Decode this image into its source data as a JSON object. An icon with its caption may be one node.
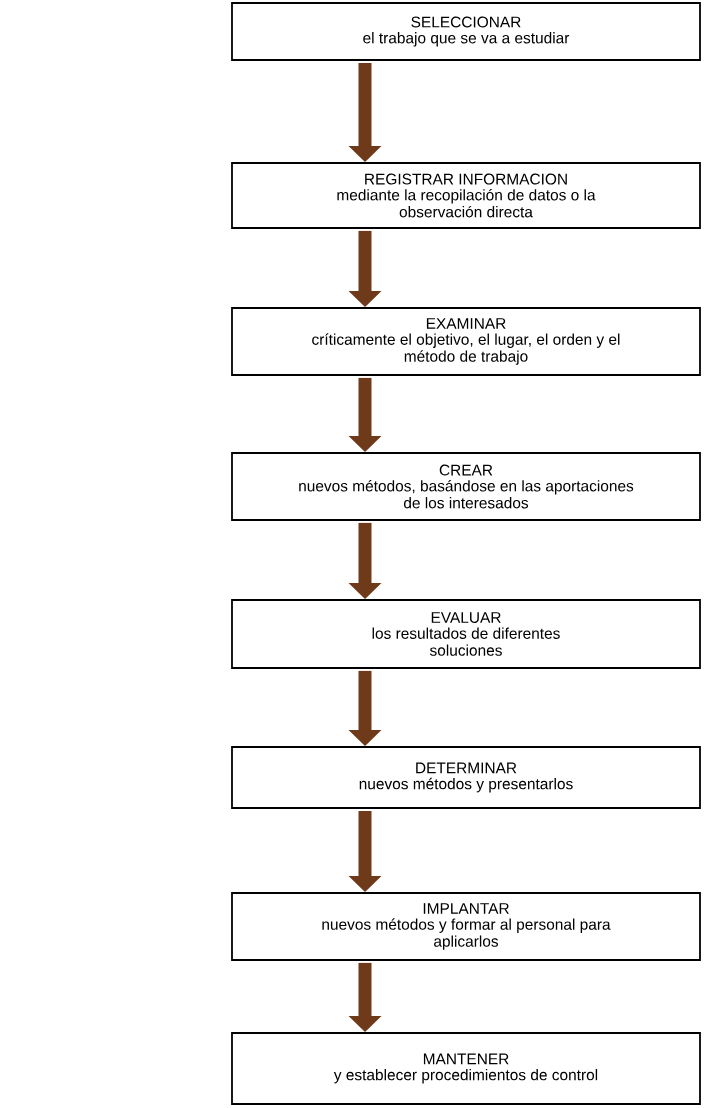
{
  "diagram": {
    "nodes": [
      {
        "text": [
          "SELECCIONAR",
          "el trabajo que se va a estudiar"
        ]
      },
      {
        "text": [
          "REGISTRAR INFORMACION",
          "mediante la recopilación de datos o la observación directa"
        ]
      },
      {
        "text": [
          "EXAMINAR",
          "críticamente el objetivo, el lugar, el orden y el método de trabajo"
        ]
      },
      {
        "text": [
          "CREAR",
          "nuevos métodos, basándose en las aportaciones de los interesados"
        ]
      },
      {
        "text": [
          "EVALUAR",
          "los resultados de diferentes soluciones"
        ]
      },
      {
        "text": [
          "DETERMINAR",
          "nuevos métodos y presentarlos"
        ]
      },
      {
        "text": [
          "IMPLANTAR",
          "nuevos métodos y formar al personal para aplicarlos"
        ]
      },
      {
        "text": [
          "MANTENER",
          "y establecer procedimientos de control"
        ]
      }
    ],
    "edges": [
      {
        "from": 0,
        "to": 1,
        "arrow": "to"
      },
      {
        "from": 1,
        "to": 2,
        "arrow": "to"
      },
      {
        "from": 2,
        "to": 3,
        "arrow": "to"
      },
      {
        "from": 3,
        "to": 4,
        "arrow": "to"
      },
      {
        "from": 4,
        "to": 5,
        "arrow": "to"
      },
      {
        "from": 5,
        "to": 6,
        "arrow": "to"
      },
      {
        "from": 6,
        "to": 7,
        "arrow": "to"
      }
    ]
  }
}
